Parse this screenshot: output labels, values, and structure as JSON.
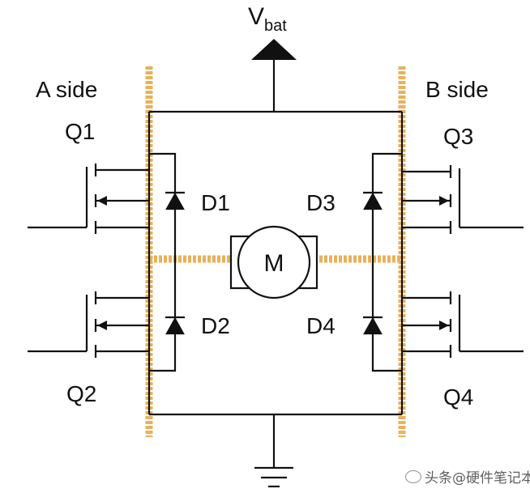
{
  "diagram": {
    "supply": {
      "label_main": "V",
      "label_sub": "bat"
    },
    "sides": {
      "a_label": "A side",
      "b_label": "B side"
    },
    "transistors": {
      "q1": "Q1",
      "q2": "Q2",
      "q3": "Q3",
      "q4": "Q4"
    },
    "diodes": {
      "d1": "D1",
      "d2": "D2",
      "d3": "D3",
      "d4": "D4"
    },
    "motor": {
      "label": "M"
    },
    "colors": {
      "wire": "#111111",
      "highlight": "#e8b15a",
      "background": "#ffffff"
    },
    "icons": [
      "supply-arrow-icon",
      "ground-icon",
      "motor-icon",
      "diode-icon",
      "mosfet-icon"
    ]
  },
  "watermark": {
    "text": "头条@硬件笔记本"
  }
}
